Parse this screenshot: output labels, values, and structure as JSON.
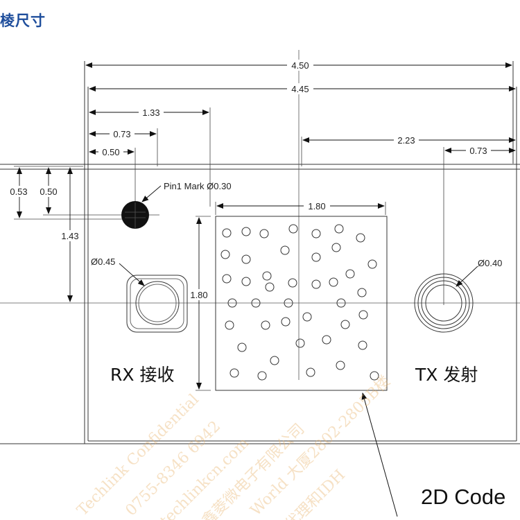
{
  "heading": "棱尺寸",
  "dimensions": {
    "overall_width": "4.50",
    "inner_width": "4.45",
    "rx_center_x": "1.33",
    "pin1_x_073": "0.73",
    "pin1_x_050": "0.50",
    "tx_center_from_mid": "2.23",
    "tx_offset": "0.73",
    "pin1_y_053": "0.53",
    "pin1_y_050": "0.50",
    "center_y": "1.43",
    "code_width": "1.80",
    "code_height": "1.80"
  },
  "callouts": {
    "pin1": "Pin1 Mark Ø0.30",
    "rx_hole": "Ø0.45",
    "tx_hole": "Ø0.40"
  },
  "labels": {
    "rx": "RX 接收",
    "tx": "TX 发射",
    "code": "2D Code"
  },
  "watermark": {
    "line1": "Techlink Confidential",
    "line2": "0755-8346 6942",
    "line3": "techlinkcn.com",
    "line4": "鑫菱微电子有限公司",
    "line5": "World 大厦2802-2805B楼",
    "line6": "代理和IDH"
  }
}
